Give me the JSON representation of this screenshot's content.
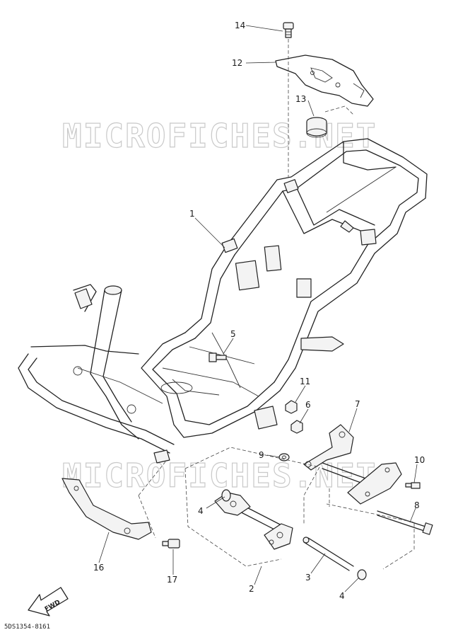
{
  "watermark": {
    "text": "MICROFICHES.NET",
    "color": "#c9c9c9"
  },
  "callouts": [
    {
      "id": "c14",
      "label": "14"
    },
    {
      "id": "c12",
      "label": "12"
    },
    {
      "id": "c13",
      "label": "13"
    },
    {
      "id": "c1",
      "label": "1"
    },
    {
      "id": "c5",
      "label": "5"
    },
    {
      "id": "c11",
      "label": "11"
    },
    {
      "id": "c6",
      "label": "6"
    },
    {
      "id": "c7",
      "label": "7"
    },
    {
      "id": "c9",
      "label": "9"
    },
    {
      "id": "c10",
      "label": "10"
    },
    {
      "id": "c8",
      "label": "8"
    },
    {
      "id": "c4a",
      "label": "4"
    },
    {
      "id": "c3",
      "label": "3"
    },
    {
      "id": "c2",
      "label": "2"
    },
    {
      "id": "c4b",
      "label": "4"
    },
    {
      "id": "c16",
      "label": "16"
    },
    {
      "id": "c17",
      "label": "17"
    }
  ],
  "direction_arrow": {
    "label": "FWD"
  },
  "diagram_code": "5DS1354-8161",
  "line_color": "#222222"
}
